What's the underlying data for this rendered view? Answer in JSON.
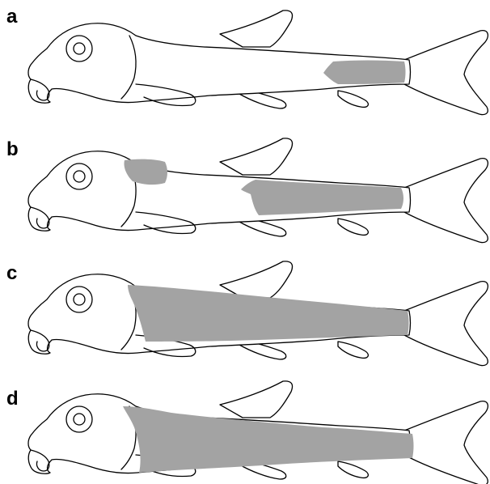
{
  "panels": [
    {
      "label": "a"
    },
    {
      "label": "b"
    },
    {
      "label": "c"
    },
    {
      "label": "d"
    }
  ],
  "colors": {
    "outline": "#000000",
    "shaded_region": "#a3a3a3",
    "background": "#ffffff"
  }
}
